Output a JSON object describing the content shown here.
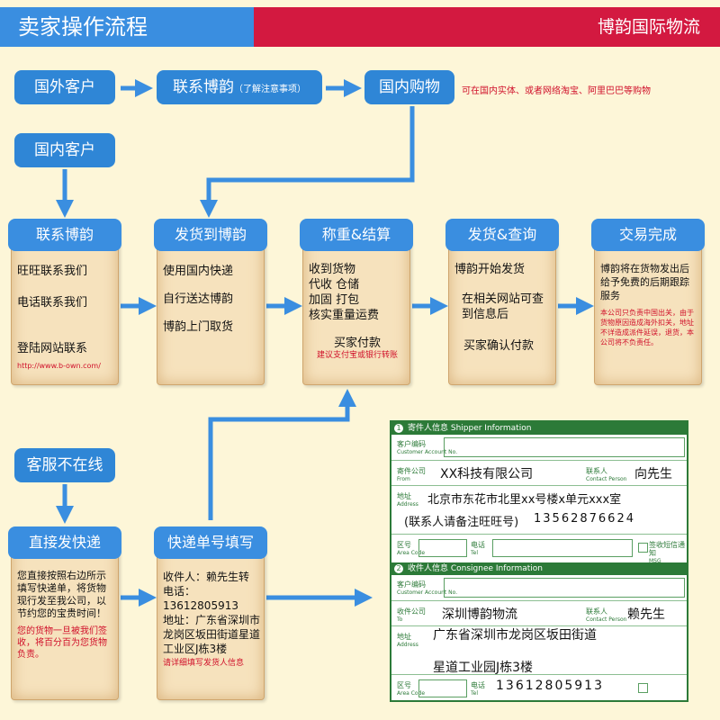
{
  "header": {
    "title": "卖家操作流程",
    "brand": "博韵国际物流"
  },
  "row1": {
    "foreign_customer": "国外客户",
    "contact_bowin": "联系博韵",
    "contact_note": "（了解注意事项）",
    "domestic_shopping": "国内购物",
    "shopping_note": "可在国内实体、或者网络淘宝、阿里巴巴等购物"
  },
  "domestic_customer": "国内客户",
  "steps": [
    {
      "title": "联系博韵",
      "items": [
        "旺旺联系我们",
        "电话联系我们",
        "登陆网站联系"
      ],
      "url": "http://www.b-own.com/"
    },
    {
      "title": "发货到博韵",
      "items": [
        "使用国内快递",
        "自行送达博韵",
        "博韵上门取货"
      ]
    },
    {
      "title": "称重&结算",
      "items": [
        "收到货物",
        "代收 仓储",
        "加固 打包",
        "核实重量运费"
      ],
      "pay": "买家付款",
      "pay_note": "建议支付宝或银行转账"
    },
    {
      "title": "发货&查询",
      "items": [
        "博韵开始发货",
        "在相关网站可查到信息后",
        "买家确认付款"
      ]
    },
    {
      "title": "交易完成",
      "main": "博韵将在货物发出后给予免费的后期跟踪服务",
      "note": "本公司只负责中国出关，由于货物原因造成海外扣关，地址不详造成派件延误，退货，本公司将不负责任。"
    }
  ],
  "offline": {
    "label": "客服不在线",
    "direct": {
      "title": "直接发快递",
      "text": "您直接按照右边所示填写快递单，将货物现行发至我公司，以节约您的宝贵时间！",
      "note": "您的货物一旦被我们签收，将百分百为您货物负责。"
    },
    "fill": {
      "title": "快递单号填写",
      "receiver": "收件人：赖先生转",
      "phone_label": "电话：",
      "phone": "13612805913",
      "address": "地址：广东省深圳市龙岗区坂田街道星道工业区J栋3楼",
      "note": "请详细填写发货人信息"
    }
  },
  "form": {
    "shipper_header": "寄件人信息 Shipper Information",
    "consignee_header": "收件人信息 Consignee Information",
    "num1": "1",
    "num2": "2",
    "customer_no_cn": "客户编码",
    "customer_no_en": "Customer Account No.",
    "sender_cn": "寄件公司",
    "sender_en": "From",
    "contact_cn": "联系人",
    "contact_en": "Contact Person",
    "address_cn": "地址",
    "address_en": "Address",
    "area_cn": "区号",
    "area_en": "Area Code",
    "tel_cn": "电话",
    "tel_en": "Tel",
    "receiver_cn": "收件公司",
    "receiver_en": "To",
    "sms": "签收短信通知",
    "sms_en": "MSG",
    "shipper_company": "XX科技有限公司",
    "shipper_contact": "向先生",
    "shipper_address": "北京市东花市北里xx号楼x单元xxx室",
    "shipper_note": "(联系人请备注旺旺号)",
    "shipper_phone": "13562876624",
    "consignee_company": "深圳博韵物流",
    "consignee_contact": "赖先生",
    "consignee_address1": "广东省深圳市龙岗区坂田街道",
    "consignee_address2": "星道工业园J栋3楼",
    "consignee_phone": "13612805913"
  },
  "colors": {
    "blue": "#2f86d6",
    "red": "#d31940",
    "arrow": "#3a8ee0",
    "form_green": "#2c7a38",
    "paper": "#f6e2bd"
  }
}
